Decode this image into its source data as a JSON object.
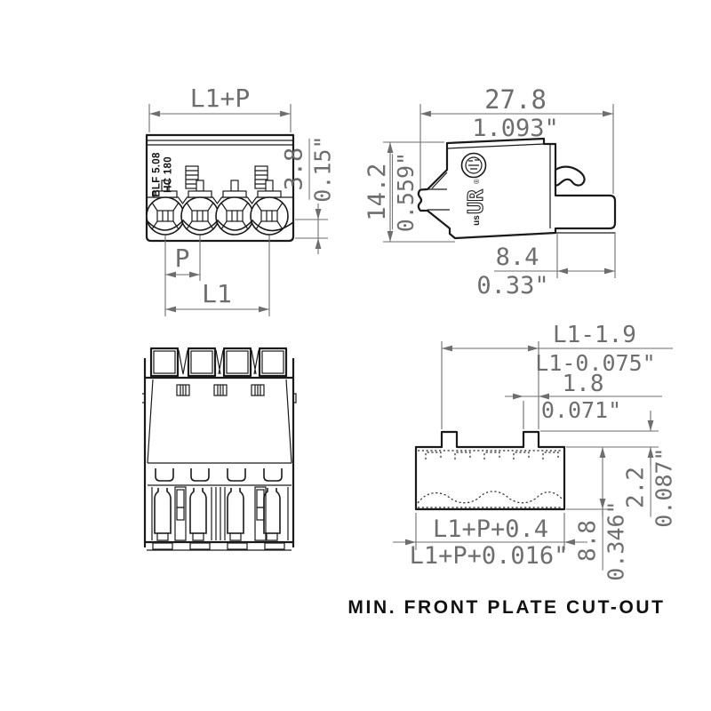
{
  "caption": "MIN. FRONT PLATE CUT-OUT",
  "colors": {
    "outline": "#1a1a1a",
    "dimension": "#6e6e6e",
    "caption": "#111111"
  },
  "front_view": {
    "marking_line1": "BLF 5.08",
    "marking_line2": "HC 180",
    "dim_overall_width": "L1+P",
    "dim_flange_height_mm": "3.8",
    "dim_flange_height_in": "0.15\"",
    "dim_pitch": "P",
    "dim_span": "L1"
  },
  "side_view": {
    "dim_overall_width_mm": "27.8",
    "dim_overall_width_in": "1.093\"",
    "dim_overall_height_mm": "14.2",
    "dim_overall_height_in": "0.559\"",
    "dim_pin_length_mm": "8.4",
    "dim_pin_length_in": "0.33\"",
    "ul_mark_r": "®",
    "ul_mark_letters": "UR",
    "ul_mark_us": "us"
  },
  "cutout_view": {
    "dim_notch_span_mm": "L1-1.9",
    "dim_notch_span_in": "L1-0.075\"",
    "dim_notch_width_mm": "1.8",
    "dim_notch_width_in": "0.071\"",
    "dim_notch_height_mm": "2.2",
    "dim_notch_height_in": "0.087\"",
    "dim_body_height_mm": "8.8",
    "dim_body_height_in": "0.346\"",
    "dim_overall_width_mm": "L1+P+0.4",
    "dim_overall_width_in": "L1+P+0.016\""
  }
}
